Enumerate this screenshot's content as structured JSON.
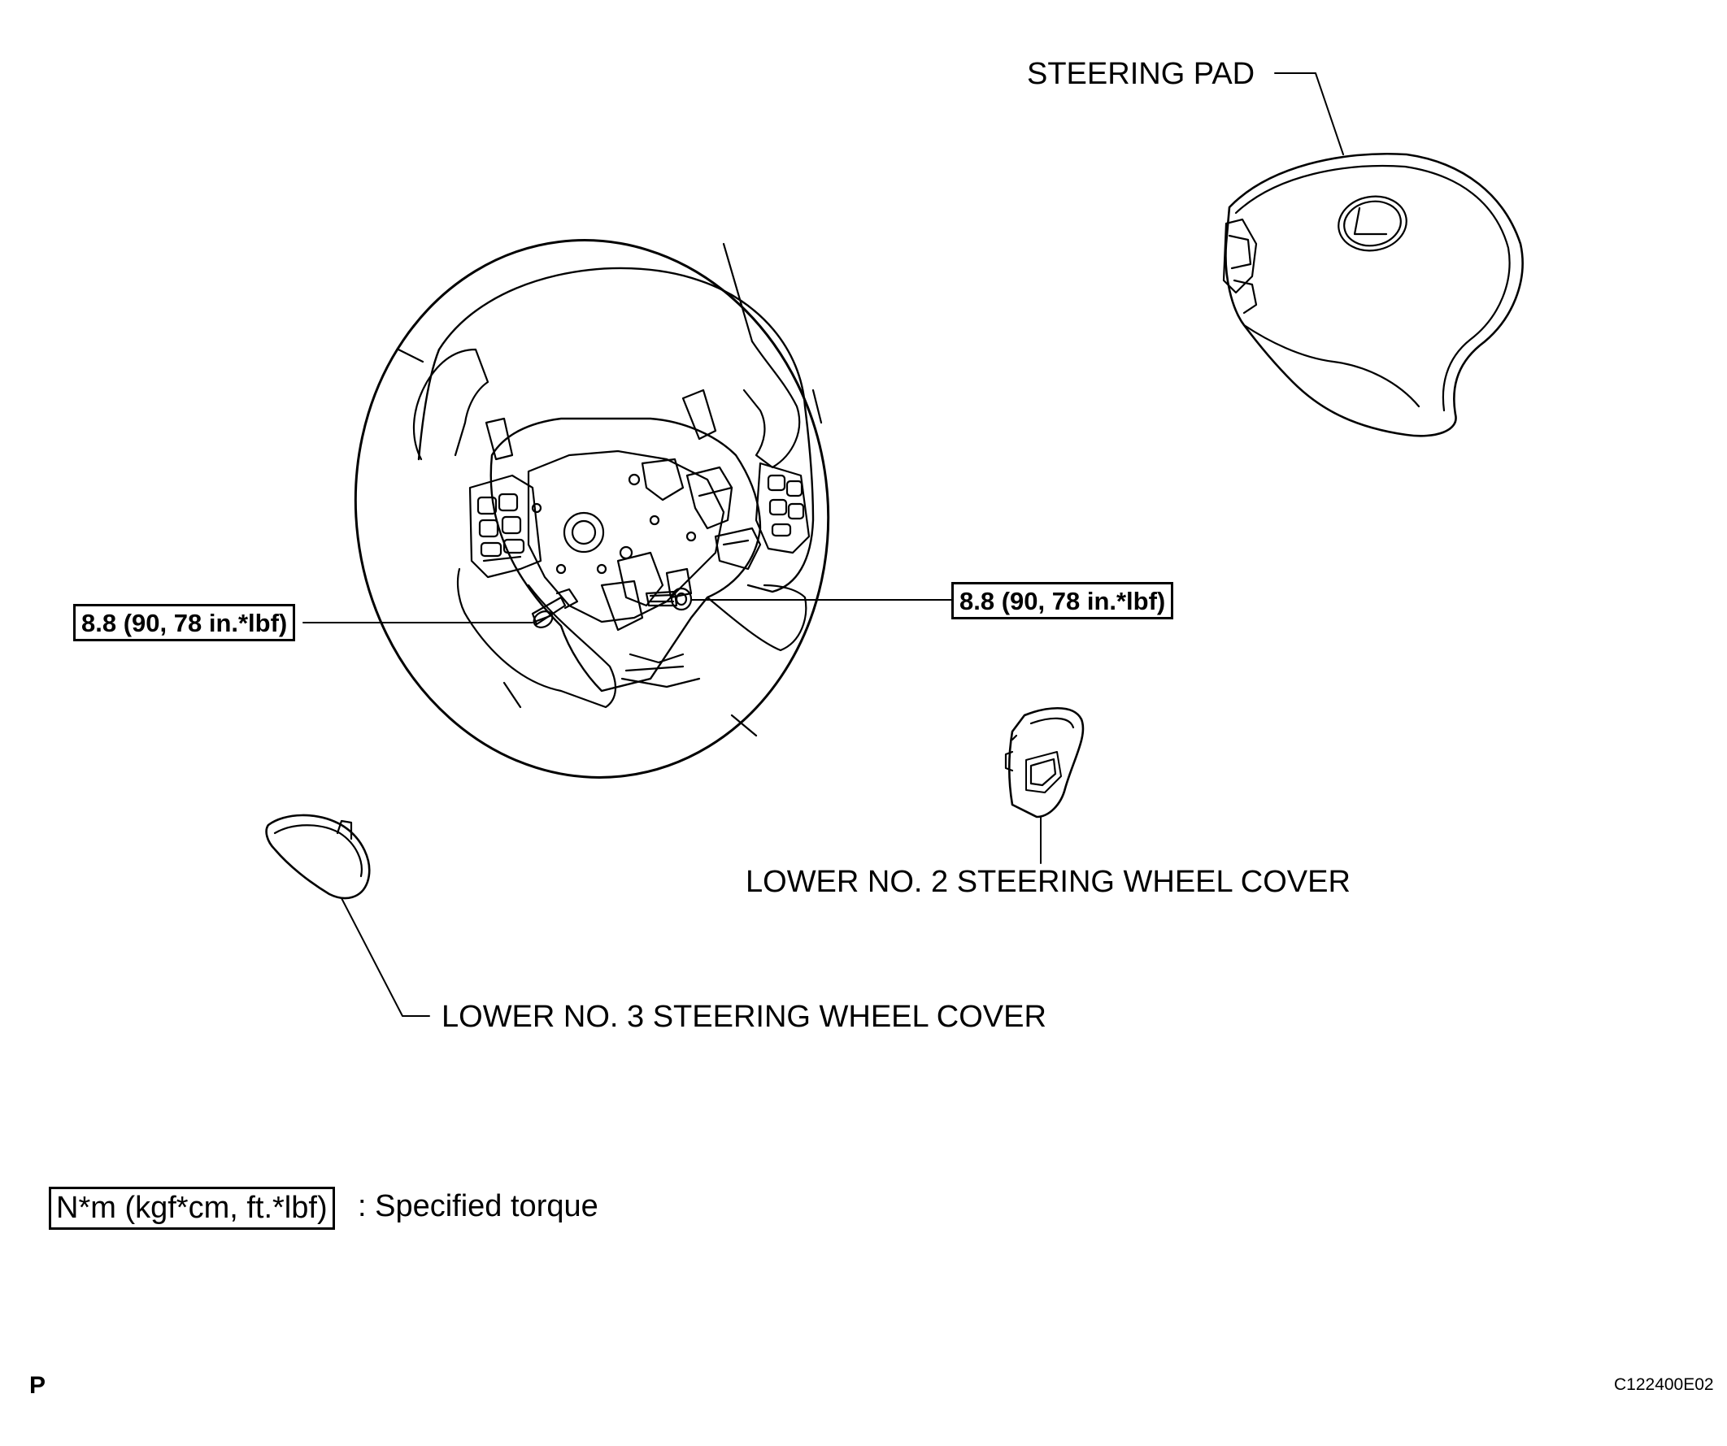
{
  "labels": {
    "steering_pad": "STEERING PAD",
    "lower_no2_cover": "LOWER NO. 2 STEERING WHEEL COVER",
    "lower_no3_cover": "LOWER NO. 3 STEERING WHEEL COVER",
    "torque_left": "8.8 (90, 78 in.*lbf)",
    "torque_right": "8.8 (90, 78 in.*lbf)"
  },
  "legend": {
    "unit_box": "N*m (kgf*cm, ft.*lbf)",
    "description": ": Specified torque"
  },
  "footer": {
    "corner_mark": "P",
    "illustration_code": "C122400E02"
  },
  "colors": {
    "line": "#000000",
    "background": "#ffffff"
  }
}
